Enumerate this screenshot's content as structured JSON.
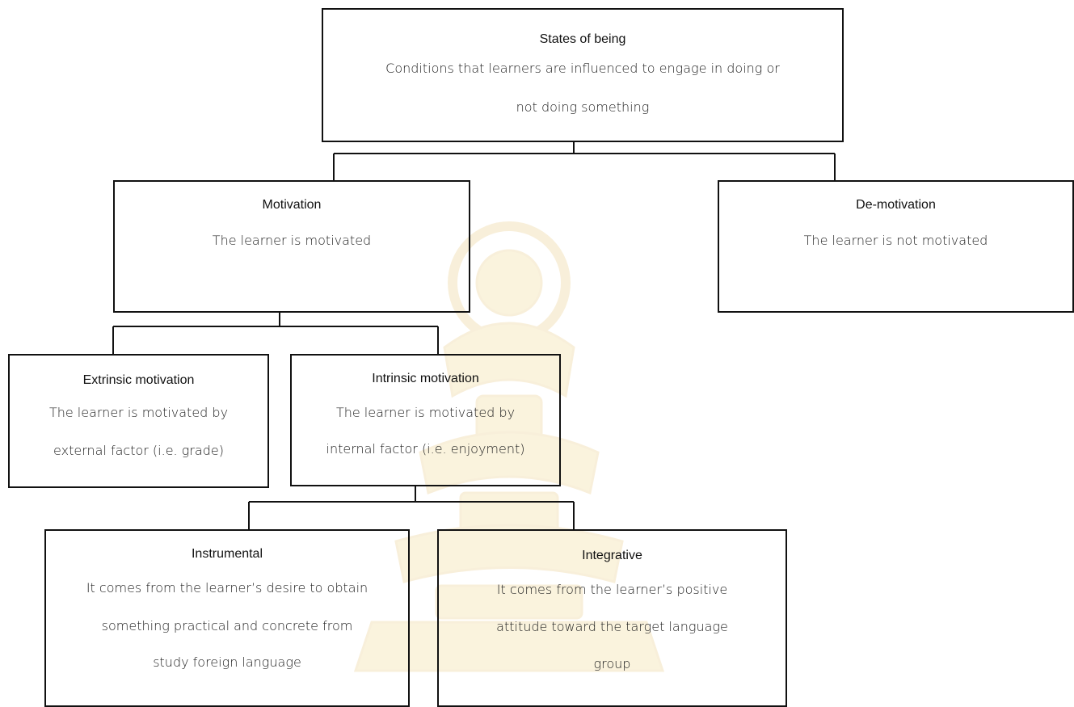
{
  "diagram": {
    "root": {
      "title": "States of being",
      "desc_line1": "Conditions that learners are influenced to engage in doing or",
      "desc_line2": "not doing something"
    },
    "motivation": {
      "title": "Motivation",
      "desc_line1": "The learner is motivated"
    },
    "demotivation": {
      "title": "De-motivation",
      "desc_line1": "The learner is not motivated"
    },
    "extrinsic": {
      "title": "Extrinsic motivation",
      "desc_line1": "The learner is motivated by",
      "desc_line2": "external factor (i.e. grade)"
    },
    "intrinsic": {
      "title": "Intrinsic motivation",
      "desc_line1": "The learner is motivated by",
      "desc_line2": "internal factor (i.e. enjoyment)"
    },
    "instrumental": {
      "title": "Instrumental",
      "desc_line1": "It comes from the learner’s desire to obtain",
      "desc_line2": "something practical and concrete from",
      "desc_line3": "study foreign language"
    },
    "integrative": {
      "title": "Integrative",
      "desc_line1": "It comes from the learner’s positive",
      "desc_line2": "attitude toward the target language",
      "desc_line3": "group"
    }
  },
  "watermark": {
    "icon": "university-seal-watermark",
    "color": "#e8c34a"
  }
}
